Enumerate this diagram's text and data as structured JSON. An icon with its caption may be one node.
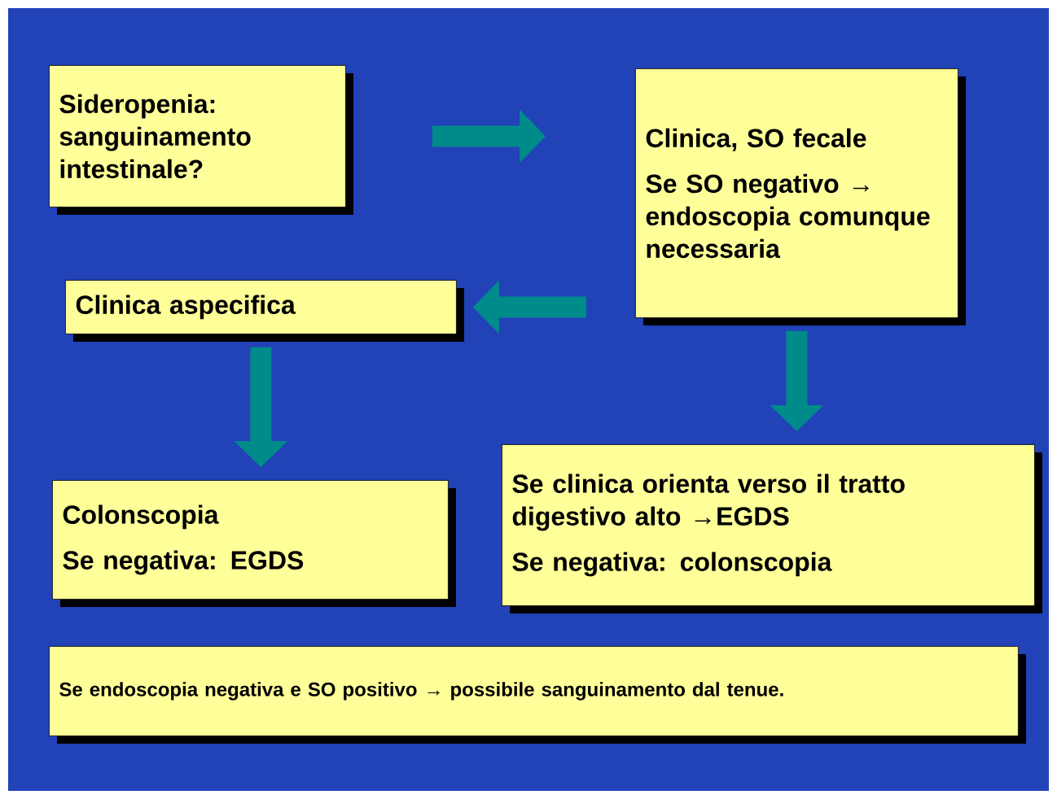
{
  "diagram": {
    "nodes": [
      {
        "text": [
          "Sideropenia: sanguinamento intestinale?"
        ]
      },
      {
        "text": [
          "Clinica, SO fecale",
          "Se SO negativo → endoscopia comunque necessaria"
        ]
      },
      {
        "text": [
          "Clinica aspecifica"
        ]
      },
      {
        "text": [
          "Colonscopia",
          "Se negativa: EGDS"
        ]
      },
      {
        "text": [
          "Se clinica orienta verso il tratto digestivo alto →EGDS",
          "Se negativa: colonscopia"
        ]
      },
      {
        "text": [
          "Se endoscopia negativa e SO positivo → possibile sanguinamento dal tenue."
        ]
      }
    ],
    "edges": [
      {
        "from": 0,
        "to": 1,
        "arrow": "to"
      },
      {
        "from": 1,
        "to": 2,
        "arrow": "to"
      },
      {
        "from": 1,
        "to": 4,
        "arrow": "to"
      },
      {
        "from": 2,
        "to": 3,
        "arrow": "to"
      }
    ]
  }
}
